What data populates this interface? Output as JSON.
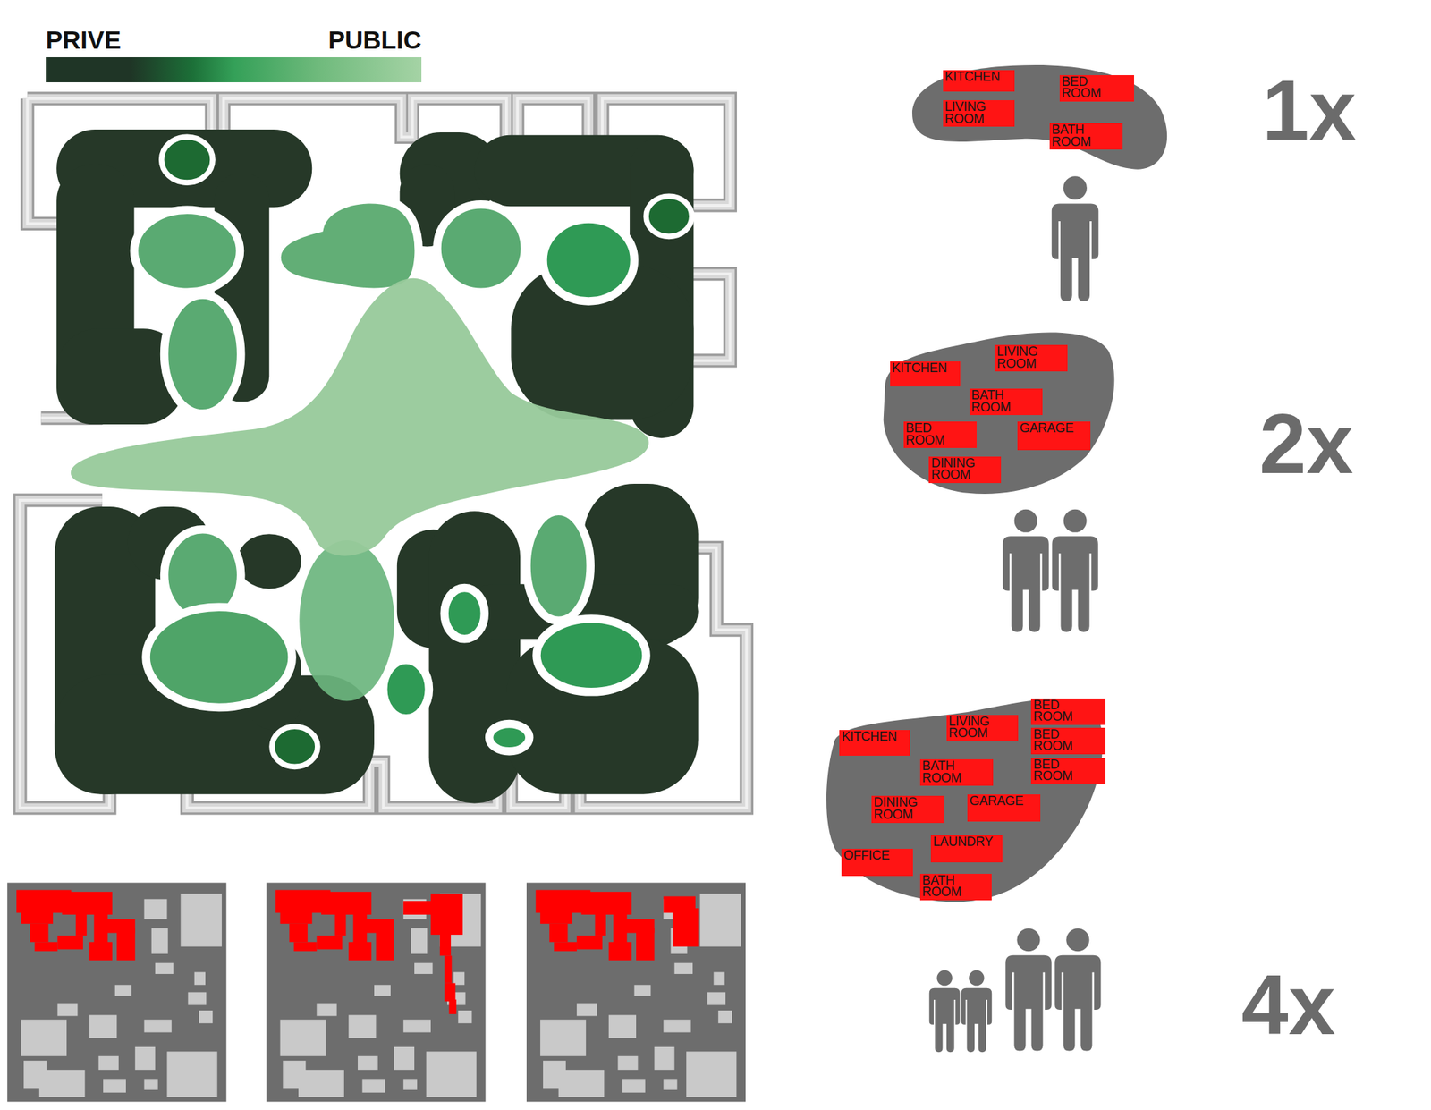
{
  "diagram": {
    "nodes": [
      {
        "text": [
          "KITCHEN"
        ]
      },
      {
        "text": [
          "BED ROOM"
        ]
      },
      {
        "text": [
          "LIVING ROOM"
        ]
      },
      {
        "text": [
          "BATH ROOM"
        ]
      },
      {
        "text": [
          "LIVING ROOM"
        ]
      },
      {
        "text": [
          "KITCHEN"
        ]
      },
      {
        "text": [
          "BATH ROOM"
        ]
      },
      {
        "text": [
          "BED ROOM"
        ]
      },
      {
        "text": [
          "GARAGE"
        ]
      },
      {
        "text": [
          "DINING ROOM"
        ]
      },
      {
        "text": [
          "BED ROOM"
        ]
      },
      {
        "text": [
          "LIVING ROOM"
        ]
      },
      {
        "text": [
          "KITCHEN"
        ]
      },
      {
        "text": [
          "BED ROOM"
        ]
      },
      {
        "text": [
          "BATH ROOM"
        ]
      },
      {
        "text": [
          "BED ROOM"
        ]
      },
      {
        "text": [
          "DINING ROOM"
        ]
      },
      {
        "text": [
          "GARAGE"
        ]
      },
      {
        "text": [
          "LAUNDRY"
        ]
      },
      {
        "text": [
          "OFFICE"
        ]
      },
      {
        "text": [
          "BATH ROOM"
        ]
      }
    ],
    "labels": [
      "1x",
      "2x",
      "4x"
    ],
    "legend": [
      {
        "text": "PRIVE",
        "color": "#1f3526"
      },
      {
        "text": "PUBLIC",
        "color": "#a5d3a5"
      }
    ]
  }
}
